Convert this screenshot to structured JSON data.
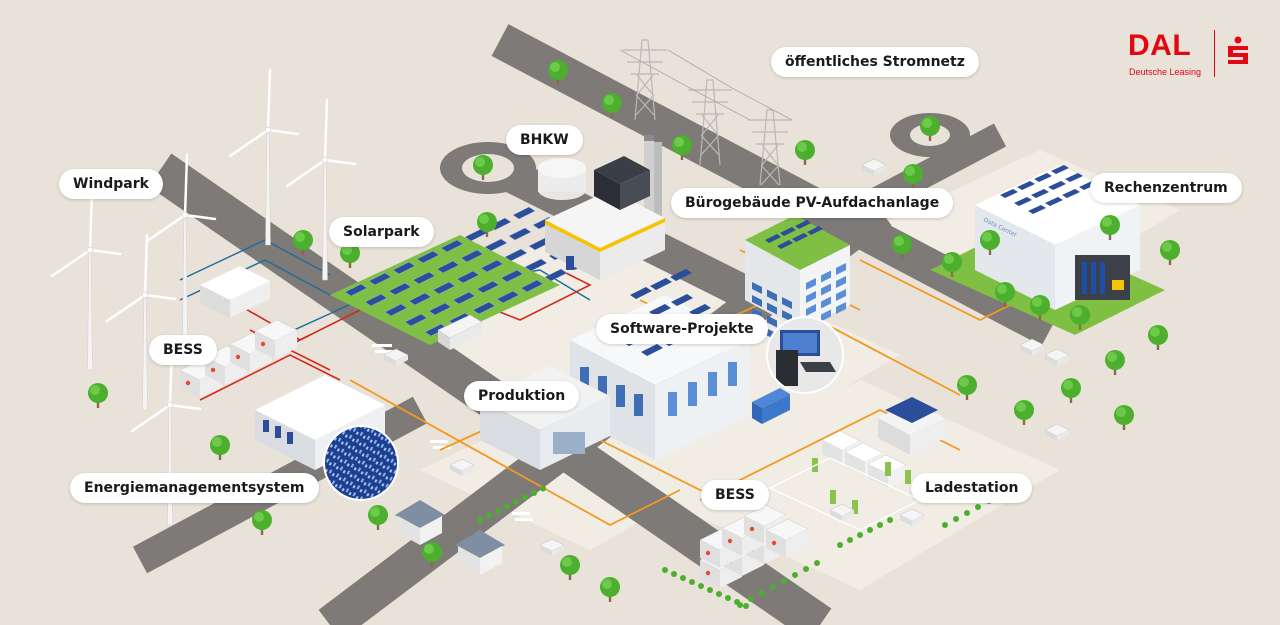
{
  "labels": {
    "windpark": "Windpark",
    "solarpark": "Solarpark",
    "bhkw": "BHKW",
    "stromnetz": "öffentliches Stromnetz",
    "buero": "Bürogebäude PV-Aufdachanlage",
    "rechenzentrum": "Rechenzentrum",
    "bess_left": "BESS",
    "software": "Software-Projekte",
    "produktion": "Produktion",
    "energiemanagement": "Energiemanagementsystem",
    "bess_right": "BESS",
    "ladestation": "Ladestation"
  },
  "logo": {
    "name": "DAL",
    "subtitle": "Deutsche Leasing"
  },
  "datacenter_sign": "Data Center",
  "colors": {
    "background": "#e9e2d8",
    "road": "#7d7a77",
    "plaza": "#f3efe8",
    "grass": "#7fbf44",
    "tree": "#4caf2e",
    "panel": "#2b4d9a",
    "red_line": "#d42a1e",
    "orange_line": "#f29a1f",
    "brand_red": "#e30613"
  }
}
